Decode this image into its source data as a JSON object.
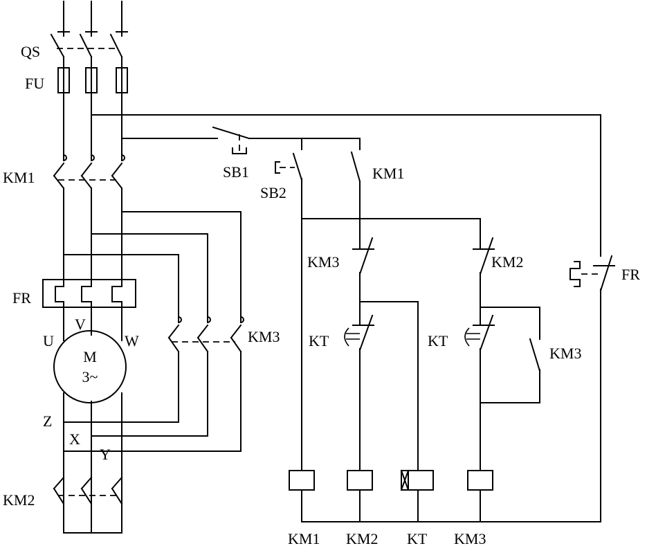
{
  "labels": {
    "qs": "QS",
    "fu": "FU",
    "km1_main": "KM1",
    "km2_main": "KM2",
    "fr_main": "FR",
    "u": "U",
    "v": "V",
    "w": "W",
    "z": "Z",
    "x": "X",
    "y": "Y",
    "km3_star": "KM3",
    "sb1": "SB1",
    "sb2": "SB2",
    "km1_aux": "KM1",
    "km3_nc": "KM3",
    "km2_nc": "KM2",
    "kt_1": "KT",
    "kt_2": "KT",
    "km3_aux": "KM3",
    "fr_ctrl": "FR",
    "coil_km1": "KM1",
    "coil_km2": "KM2",
    "coil_kt": "KT",
    "coil_km3": "KM3"
  },
  "motor": {
    "letter": "M",
    "spec": "3~"
  }
}
